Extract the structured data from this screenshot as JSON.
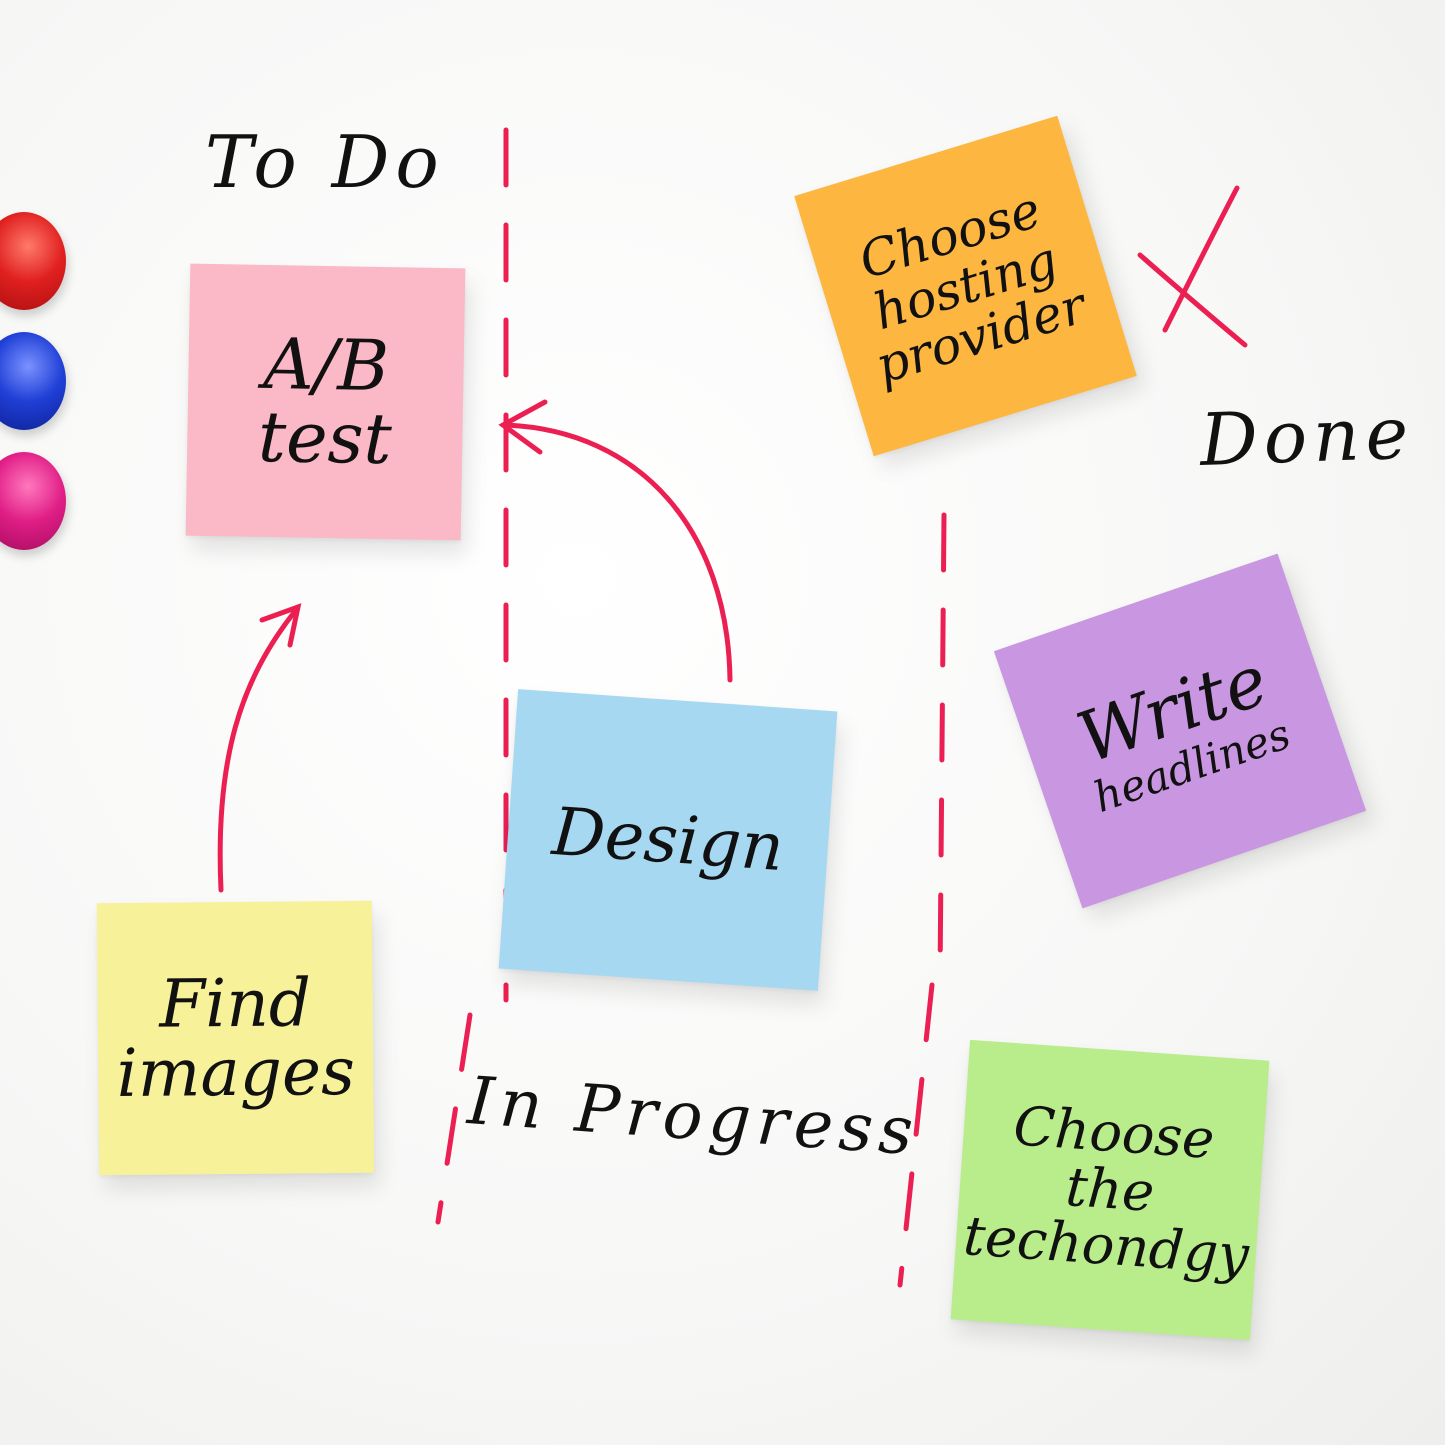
{
  "columns": {
    "todo": "To Do",
    "in_progress": "In Progress",
    "done": "Done"
  },
  "notes": {
    "ab_test": {
      "line1": "A/B",
      "line2": "test",
      "color": "#fbb8c6"
    },
    "find_images": {
      "line1": "Find",
      "line2": "images",
      "color": "#f7f29a"
    },
    "design": {
      "line1": "Design",
      "color": "#a7d8f2"
    },
    "hosting": {
      "line1": "Choose",
      "line2": "hosting",
      "line3": "provider",
      "color": "#fdb640"
    },
    "write_headlines": {
      "line1": "Write",
      "line2": "headlines",
      "color": "#c996e2"
    },
    "technology": {
      "line1": "Choose",
      "line2": "the",
      "line3": "techondgy",
      "color": "#b9ec8a"
    }
  },
  "magnets": [
    {
      "name": "red-magnet",
      "color": "#e0201f"
    },
    {
      "name": "blue-magnet",
      "color": "#1f3fd6"
    },
    {
      "name": "pink-magnet",
      "color": "#e01e86"
    }
  ],
  "marker_color": "#ec1f52"
}
